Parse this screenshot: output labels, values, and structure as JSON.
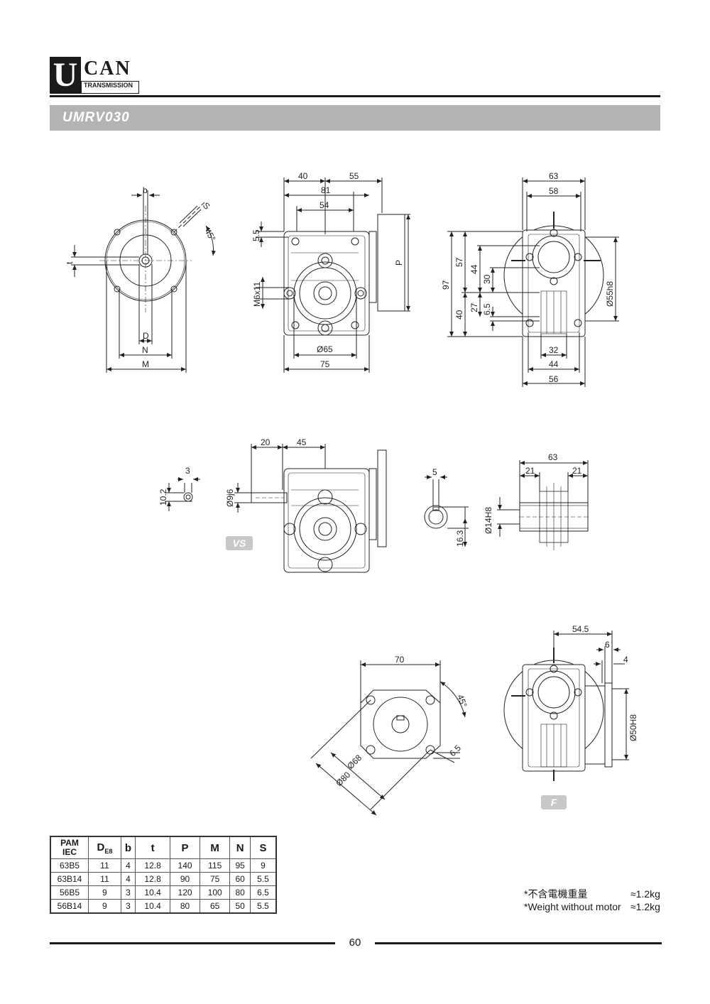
{
  "brand": {
    "letter": "U",
    "name": "CAN",
    "sub": "TRANSMISSION"
  },
  "model": "UMRV030",
  "views": {
    "flange": {
      "b": "b",
      "s": "S",
      "angle": "45°",
      "t": "t",
      "d": "D",
      "n": "N",
      "m": "M"
    },
    "front": {
      "d40": "40",
      "d55": "55",
      "d81": "81",
      "d54": "54",
      "d5_5": "5.5",
      "m6": "M6x11",
      "p": "P",
      "d65": "Ø65",
      "d75": "75"
    },
    "side": {
      "d63": "63",
      "d58": "58",
      "d97": "97",
      "d57": "57",
      "d44": "44",
      "d30": "30",
      "d40": "40",
      "d27": "27",
      "d6_5": "6.5",
      "d55h8": "Ø55h8",
      "d32": "32",
      "d44b": "44",
      "d56": "56"
    },
    "vs": {
      "d20": "20",
      "d45": "45",
      "d3": "3",
      "d10_2": "10.2",
      "d9": "Ø9j6",
      "badge": "VS"
    },
    "shaft": {
      "d5": "5",
      "d16_3": "16.3",
      "d14": "Ø14H8",
      "d63": "63",
      "d21a": "21",
      "d21b": "21"
    },
    "flangeF": {
      "d70": "70",
      "angle": "45°",
      "d6_5": "6.5",
      "d68": "Ø68",
      "d80": "Ø80"
    },
    "fside": {
      "d54_5": "54.5",
      "d6": "6",
      "d4": "4",
      "d50": "Ø50H8",
      "badge": "F"
    }
  },
  "table": {
    "headers": [
      "PAM\nIEC",
      "DE8",
      "b",
      "t",
      "P",
      "M",
      "N",
      "S"
    ],
    "rows": [
      [
        "63B5",
        "11",
        "4",
        "12.8",
        "140",
        "115",
        "95",
        "9"
      ],
      [
        "63B14",
        "11",
        "4",
        "12.8",
        "90",
        "75",
        "60",
        "5.5"
      ],
      [
        "56B5",
        "9",
        "3",
        "10.4",
        "120",
        "100",
        "80",
        "6.5"
      ],
      [
        "56B14",
        "9",
        "3",
        "10.4",
        "80",
        "65",
        "50",
        "5.5"
      ]
    ]
  },
  "weight": {
    "zh_label": "*不含電機重量",
    "zh_value": "≈1.2kg",
    "en_label": "*Weight without motor",
    "en_value": "≈1.2kg"
  },
  "page_number": "60"
}
